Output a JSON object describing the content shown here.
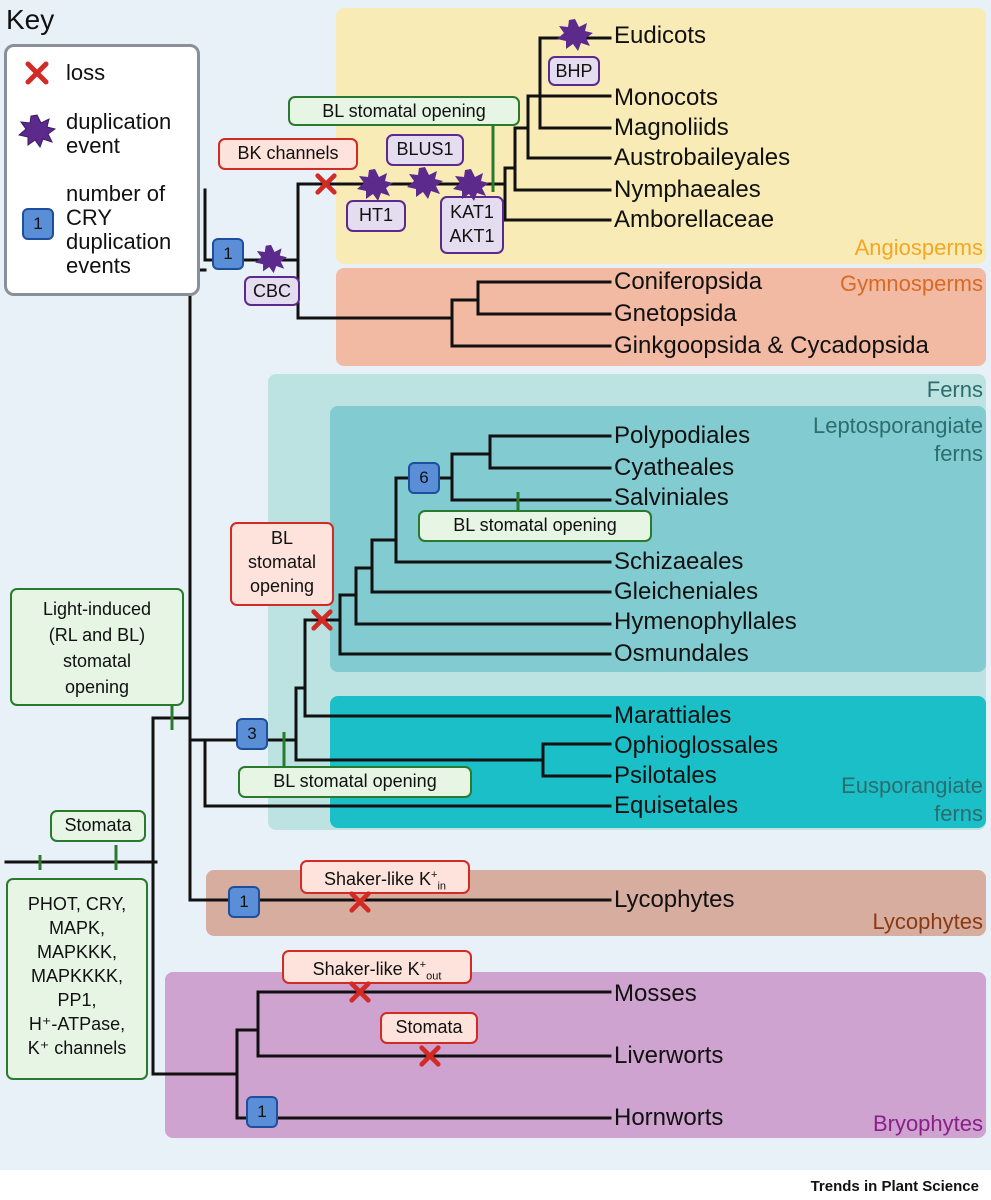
{
  "key": {
    "title": "Key",
    "loss": "loss",
    "duplication": "duplication\nevent",
    "cry_number": "1",
    "cry_label": "number of\nCRY\nduplication\nevents"
  },
  "taxa": {
    "eudicots": "Eudicots",
    "monocots": "Monocots",
    "magnoliids": "Magnoliids",
    "austrobaileyales": "Austrobaileyales",
    "nymphaeales": "Nymphaeales",
    "amborellaceae": "Amborellaceae",
    "coniferopsida": "Coniferopsida",
    "gnetopsida": "Gnetopsida",
    "ginkgo": "Ginkgoopsida & Cycadopsida",
    "polypodiales": "Polypodiales",
    "cyatheales": "Cyatheales",
    "salviniales": "Salviniales",
    "schizaeales": "Schizaeales",
    "gleicheniales": "Gleicheniales",
    "hymenophyllales": "Hymenophyllales",
    "osmundales": "Osmundales",
    "marattiales": "Marattiales",
    "ophioglossales": "Ophioglossales",
    "psilotales": "Psilotales",
    "equisetales": "Equisetales",
    "lycophytes": "Lycophytes",
    "mosses": "Mosses",
    "liverworts": "Liverworts",
    "hornworts": "Hornworts"
  },
  "clades": {
    "angiosperms": "Angiosperms",
    "gymnosperms": "Gymnosperms",
    "ferns": "Ferns",
    "lepto": "Leptosporangiate\nferns",
    "euspo": "Eusporangiate\nferns",
    "lycophytes": "Lycophytes",
    "bryophytes": "Bryophytes"
  },
  "labels": {
    "bl_open_angio": "BL stomatal opening",
    "bk_channels": "BK channels",
    "blus1": "BLUS1",
    "ht1": "HT1",
    "kat1": "KAT1\nAKT1",
    "bhp": "BHP",
    "cbc": "CBC",
    "cry_seed": "1",
    "cry_lepto": "6",
    "bl_open_salv": "BL stomatal opening",
    "bl_open_lepto_loss": "BL\nstomatal\nopening",
    "light_induced": "Light-induced\n(RL and BL)\nstomatal\nopening",
    "cry_ferns": "3",
    "bl_open_ferns": "BL stomatal opening",
    "stomata_gain": "Stomata",
    "genes": "PHOT, CRY,\nMAPK,\nMAPKKK,\nMAPKKKK,\nPP1,\nH⁺-ATPase,\nK⁺ channels",
    "shaker_in_main": "Shaker-like K",
    "shaker_in_sup": "+",
    "shaker_in_sub": "in",
    "cry_lyco": "1",
    "shaker_out_main": "Shaker-like K",
    "shaker_out_sup": "+",
    "shaker_out_sub": "out",
    "stomata_loss": "Stomata",
    "cry_horn": "1"
  },
  "footer": "Trends in Plant Science",
  "colors": {
    "background": "#e9f1f8",
    "angiosperms": "#f8ebb6",
    "gymnosperms": "#f2b9a3",
    "ferns": "#bde2e2",
    "lepto": "#82cbd0",
    "euspo": "#1bbfc8",
    "lycophytes": "#d7ada0",
    "bryophytes": "#cfa3cf",
    "angio_text": "#f5a623",
    "gymno_text": "#d86a23",
    "fern_text": "#2c6e6e",
    "lyco_text": "#8a3a12",
    "bryo_text": "#8a1f8a",
    "loss": "#d22b25",
    "duplication": "#5b2a8c",
    "cry_box": "#5a8fd8",
    "gain_box": "#2a7a2e"
  }
}
